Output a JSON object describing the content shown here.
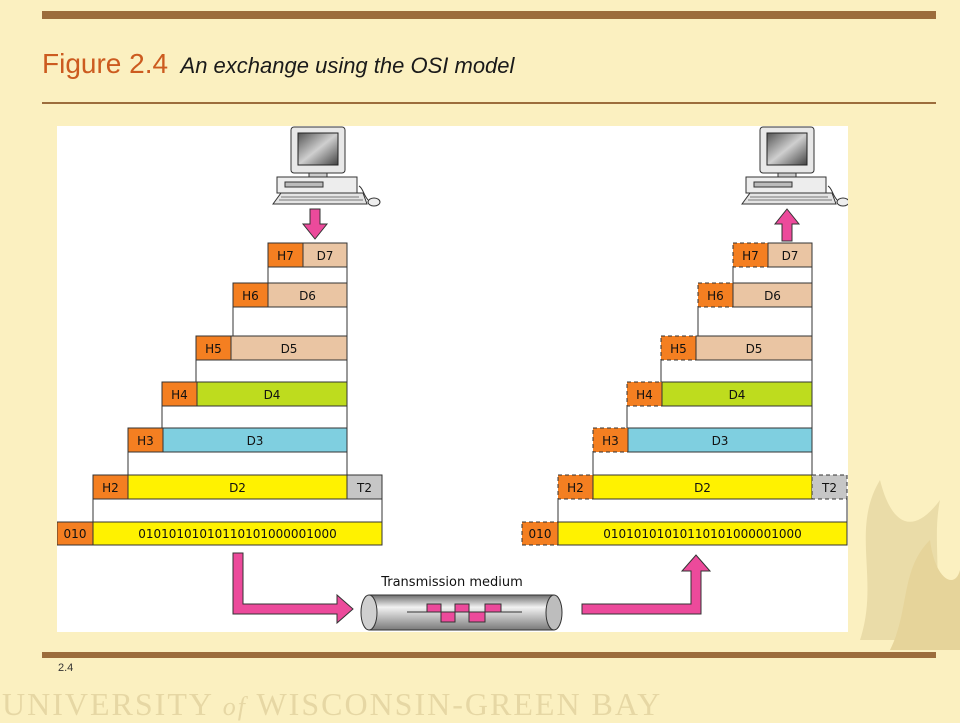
{
  "slide": {
    "figure_number": "Figure 2.4",
    "caption": "An exchange using the OSI model",
    "slide_number": "2.4",
    "footer": {
      "part1": "UNIVERSITY",
      "of": "of",
      "part2": "WISCONSIN-GREEN BAY"
    }
  },
  "diagram": {
    "headers": [
      "H7",
      "H6",
      "H5",
      "H4",
      "H3",
      "H2"
    ],
    "data": [
      "D7",
      "D6",
      "D5",
      "D4",
      "D3",
      "D2"
    ],
    "trailer": "T2",
    "bits_prefix": "010",
    "bits": "01010101010110101000001000",
    "medium_label": "Transmission medium",
    "colors": {
      "header": "#f47f21",
      "upper_data": "#eac5a3",
      "d4": "#bedc1e",
      "d3": "#7fcfe0",
      "d2": "#fff200",
      "trailer": "#c6c6c6",
      "bits": "#fff200",
      "arrow": "#ec4a9b"
    }
  }
}
